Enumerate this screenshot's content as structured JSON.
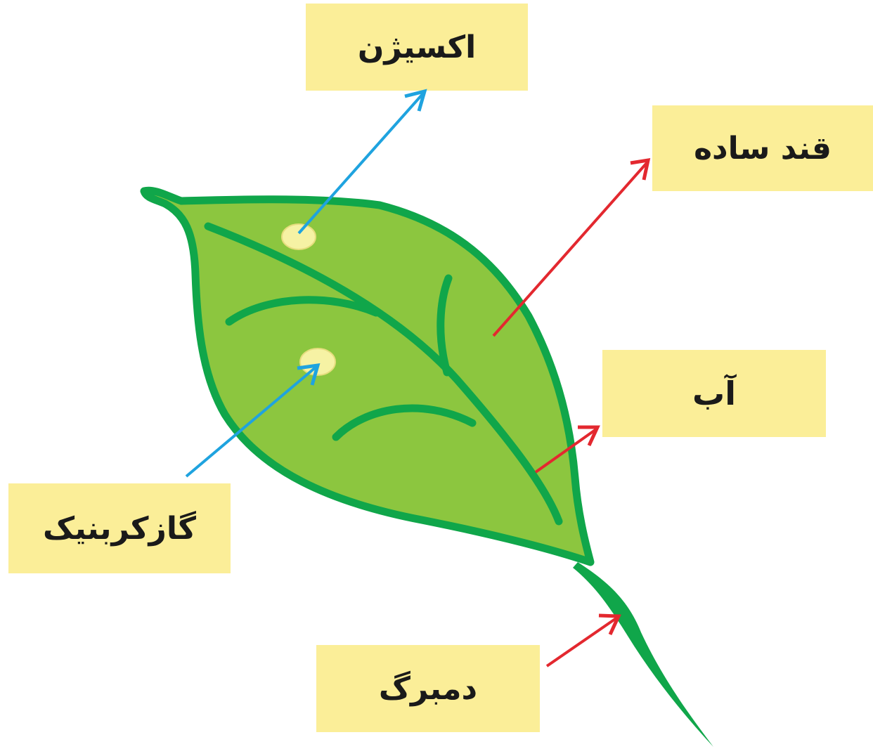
{
  "colors": {
    "label_background": "#fbee98",
    "leaf_fill": "#8cc63f",
    "leaf_outline": "#10a64a",
    "stoma_fill": "#f6f2a4",
    "arrow_blue": "#1fa3df",
    "arrow_red": "#e3282f"
  },
  "labels": {
    "oxygen": "اکسیژن",
    "simple_sugar": "قند ساده",
    "water": "آب",
    "carbon_dioxide": "گازکربنیک",
    "petiole": "دمبرگ"
  }
}
